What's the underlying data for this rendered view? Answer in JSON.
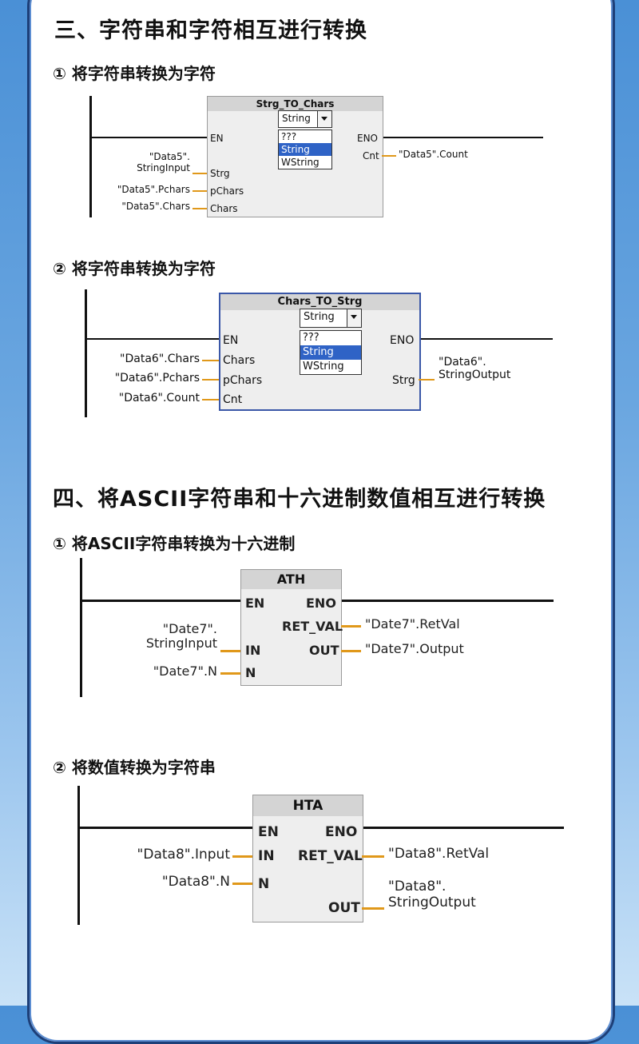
{
  "section3": {
    "title": "三、字符串和字符相互进行转换",
    "sub1": {
      "title": "① 将字符串转换为字符",
      "block": "Strg_TO_Chars",
      "type_value": "String",
      "options": [
        "???",
        "String",
        "WString"
      ],
      "left_pins": [
        "EN",
        "Strg",
        "pChars",
        "Chars"
      ],
      "right_pins": [
        "ENO",
        "Cnt"
      ],
      "in_ops": [
        "\"Data5\".",
        "StringInput",
        "\"Data5\".Pchars",
        "\"Data5\".Chars"
      ],
      "out_ops": [
        "\"Data5\".Count"
      ]
    },
    "sub2": {
      "title": "② 将字符串转换为字符",
      "block": "Chars_TO_Strg",
      "type_value": "String",
      "options": [
        "???",
        "String",
        "WString"
      ],
      "left_pins": [
        "EN",
        "Chars",
        "pChars",
        "Cnt"
      ],
      "right_pins": [
        "ENO",
        "Strg"
      ],
      "in_ops": [
        "\"Data6\".Chars",
        "\"Data6\".Pchars",
        "\"Data6\".Count"
      ],
      "out_ops": [
        "\"Data6\".",
        "StringOutput"
      ]
    }
  },
  "section4": {
    "title": "四、将ASCII字符串和十六进制数值相互进行转换",
    "sub1": {
      "title": "① 将ASCII字符串转换为十六进制",
      "block": "ATH",
      "left_pins": [
        "EN",
        "IN",
        "N"
      ],
      "right_pins": [
        "ENO",
        "RET_VAL",
        "OUT"
      ],
      "in_ops": [
        "\"Date7\".",
        "StringInput",
        "\"Date7\".N"
      ],
      "out_ops": [
        "\"Date7\".RetVal",
        "\"Date7\".Output"
      ]
    },
    "sub2": {
      "title": "② 将数值转换为字符串",
      "block": "HTA",
      "left_pins": [
        "EN",
        "IN",
        "N"
      ],
      "right_pins": [
        "ENO",
        "RET_VAL",
        "OUT"
      ],
      "in_ops": [
        "\"Data8\".Input",
        "\"Data8\".N"
      ],
      "out_ops": [
        "\"Data8\".RetVal",
        "\"Data8\".",
        "StringOutput"
      ]
    }
  }
}
